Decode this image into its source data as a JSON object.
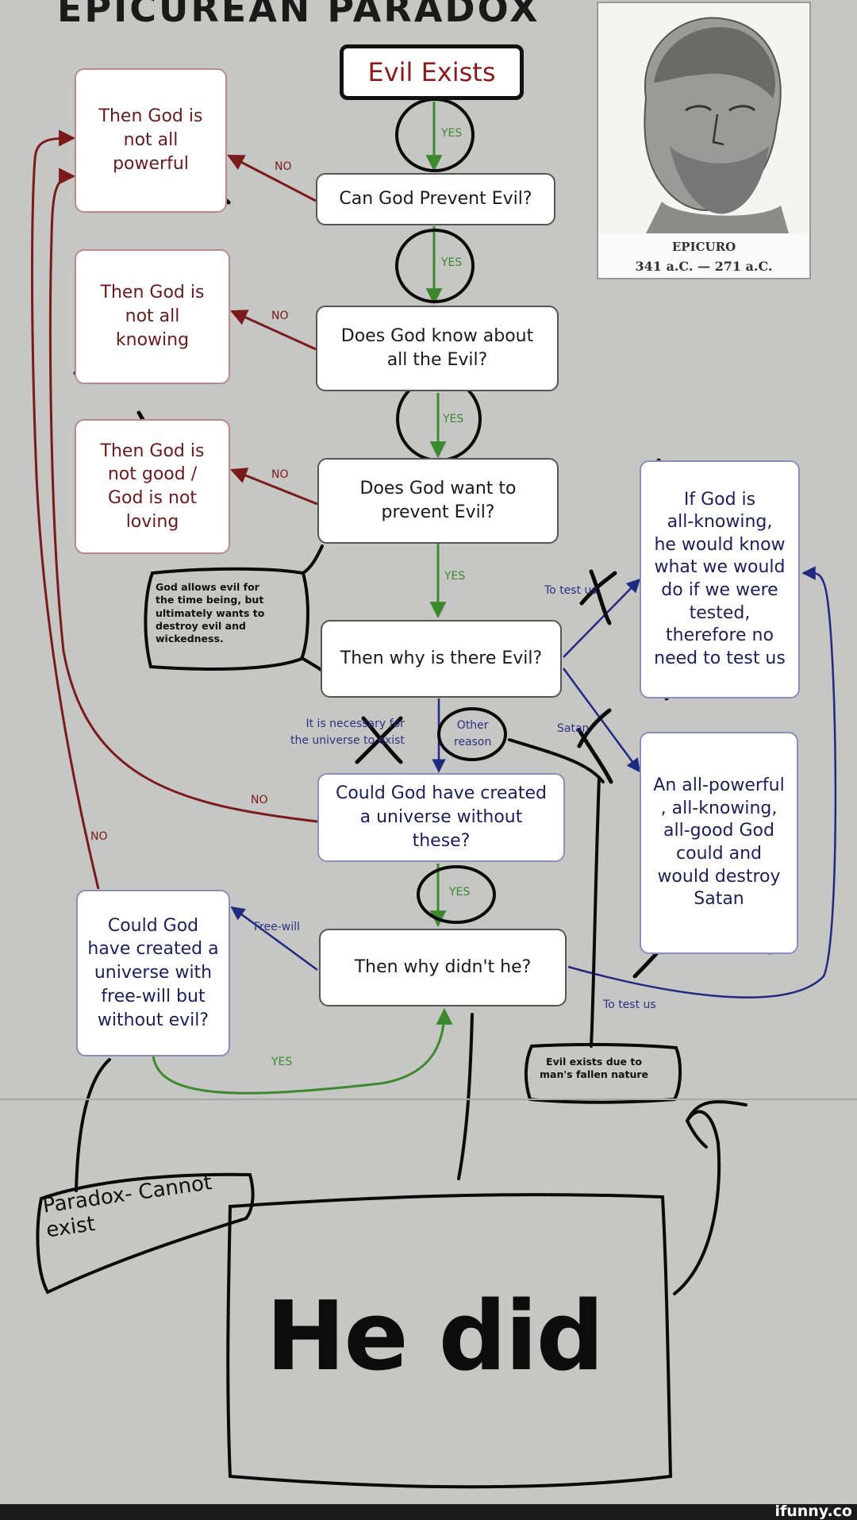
{
  "title": "EPICUREAN PARADOX",
  "start": "Evil Exists",
  "questions": {
    "q1": "Can God Prevent Evil?",
    "q2": "Does God know about\nall the Evil?",
    "q3": "Does God want to\nprevent Evil?",
    "q4": "Then why is there Evil?",
    "q5": "Could God have created\na universe without\nthese?",
    "q6": "Then why didn't he?",
    "q7": "Could God\nhave created a\nuniverse with\nfree-will but\nwithout evil?"
  },
  "conclusions": {
    "c1": "Then God is\nnot all\npowerful",
    "c2": "Then God is\nnot all\nknowing",
    "c3": "Then God is\nnot good /\nGod is not\nloving",
    "c4": "If God is\nall-knowing,\nhe would know\nwhat we would\ndo if we were\ntested,\ntherefore no\nneed to test us",
    "c5": "An all-powerful\n, all-knowing,\nall-good God\ncould and\nwould destroy\nSatan"
  },
  "edge_labels": {
    "yes": "YES",
    "no": "NO",
    "to_test": "To test us",
    "satan": "Satan",
    "necessary": "It is necessary for\nthe universe to exist",
    "other": "Other\nreason",
    "free_will": "Free-will",
    "to_test_us": "To test us"
  },
  "annotations": {
    "god_allows": "God allows evil for\nthe time being, but\nultimately wants to\ndestroy evil and\nwickedness.",
    "fallen": "Evil exists due to\nman's fallen nature",
    "paradox": "Paradox- Cannot\nexist",
    "he_did": "He did"
  },
  "portrait": {
    "name": "EPICURO",
    "dates": "341 a.C. — 271 a.C."
  },
  "footer": {
    "watermark": "ifunny.co"
  },
  "colors": {
    "background": "#c6c6c4",
    "no_arrow": "#7a1a1a",
    "yes_arrow": "#3d8a2e",
    "blue_arrow": "#1f2a80",
    "scribble": "#0a0a0a"
  }
}
